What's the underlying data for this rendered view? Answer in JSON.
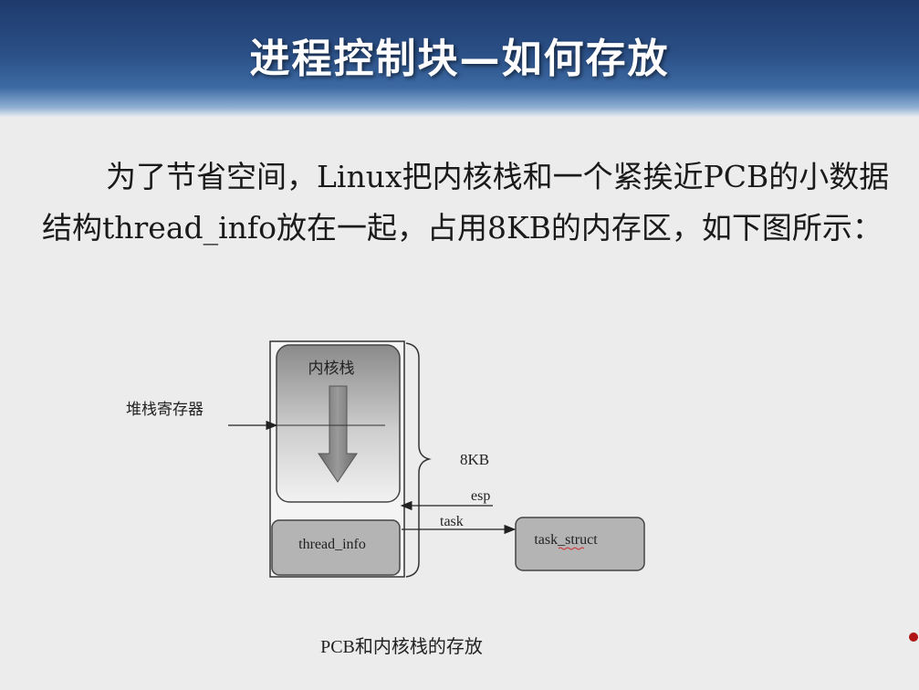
{
  "slide": {
    "title": "进程控制块—如何存放",
    "paragraph": "为了节省空间，Linux把内核栈和一个紧挨近PCB的小数据结构thread_info放在一起，占用8KB的内存区，如下图所示：",
    "caption": "PCB和内核栈的存放"
  },
  "diagram": {
    "kernel_stack_label": "内核栈",
    "stack_register_label": "堆栈寄存器",
    "size_label": "8KB",
    "esp_label": "esp",
    "task_label": "task",
    "thread_info_label": "thread_info",
    "task_struct_label": "task_struct"
  },
  "colors": {
    "header": "#2a4f86",
    "background": "#ececec",
    "title_text": "#ffffff",
    "body_text": "#1a1a1a"
  }
}
